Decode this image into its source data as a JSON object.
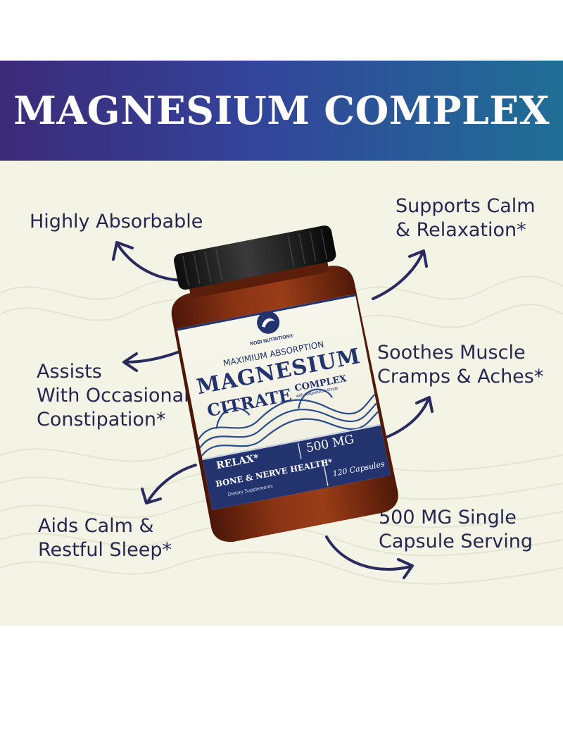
{
  "banner": {
    "title": "MAGNESIUM COMPLEX"
  },
  "features": {
    "highly_absorbable": [
      "Highly Absorbable"
    ],
    "supports_calm": [
      "Supports Calm",
      "& Relaxation*"
    ],
    "assists": [
      "Assists",
      "With Occasional",
      "Constipation*"
    ],
    "soothes": [
      "Soothes Muscle",
      "Cramps & Aches*"
    ],
    "aids_calm": [
      "Aids Calm &",
      "Restful Sleep*"
    ],
    "serving": [
      "500 MG Single",
      "Capsule Serving"
    ]
  },
  "bottle": {
    "brand": "NOBI NUTRITION®",
    "tagline": "MAXIMIUM ABSORPTION",
    "name_line1": "MAGNESIUM",
    "name_line2": "CITRATE",
    "complex": "COMPLEX",
    "complex_sub": "with Magnesium Oxide",
    "relax": "RELAX*",
    "dose": "500 MG",
    "benefit": "BONE & NERVE HEALTH*",
    "category": "Dietary Supplements",
    "count": "120 Capsules"
  },
  "colors": {
    "banner_start": "#3d2a78",
    "banner_end": "#1f6f96",
    "arrow": "#2a2a5e",
    "text": "#26264f",
    "background": "#f3f4e6",
    "bottle": "#7a2a10",
    "label_navy": "#23336e"
  }
}
